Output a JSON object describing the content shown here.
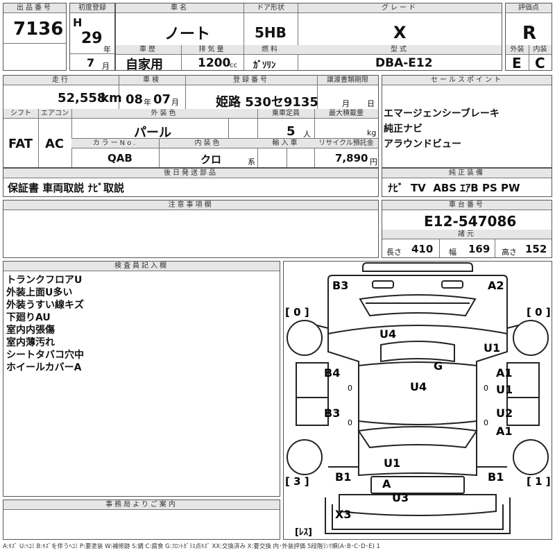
{
  "header_labels": {
    "lot_no": "出品番号",
    "first_reg": "初度登録",
    "car_name": "車名",
    "door": "ドア形状",
    "grade": "グレード",
    "score": "評価点",
    "history": "車歴",
    "displacement": "排気量",
    "fuel": "燃料",
    "model": "型式",
    "exterior": "外装",
    "interior": "内装",
    "mileage": "走行",
    "inspection": "車検",
    "plate": "登録番号",
    "transfer_doc": "譲渡書類期限",
    "sales_points": "セールスポイント",
    "shift": "シフト",
    "aircon": "エアコン",
    "ext_color": "外装色",
    "capacity": "乗車定員",
    "max_load": "最大積載量",
    "color_no": "カラーNo.",
    "int_color": "内装色",
    "import": "輸入車",
    "recycle": "リサイクル預託金",
    "later_parts": "後日発送部品",
    "genuine_equip": "純正装備",
    "notes": "注意事項欄",
    "chassis_no": "車台番号",
    "specs": "諸元",
    "inspector": "検査員記入欄",
    "office": "事務局よりご案内"
  },
  "lot_no": "7136",
  "first_reg": {
    "era": "H",
    "year": "29",
    "year_unit": "年",
    "month": "7",
    "month_unit": "月"
  },
  "car_name": "ノート",
  "door": "5HB",
  "grade": "X",
  "score": "R",
  "score_exterior": "E",
  "score_interior": "C",
  "history": "自家用",
  "displacement": "1200",
  "displacement_unit": "cc",
  "fuel": "ｶﾞｿﾘﾝ",
  "model": "DBA-E12",
  "mileage": "52,558",
  "mileage_unit": "km",
  "inspection": {
    "year": "08",
    "year_unit": "年",
    "month": "07",
    "month_unit": "月"
  },
  "plate": "姫路 530セ9135",
  "transfer_doc": {
    "month_unit": "月",
    "day_unit": "日"
  },
  "sales_points": [
    "エマージェンシーブレーキ",
    "純正ナビ",
    "アラウンドビュー"
  ],
  "shift": "FAT",
  "aircon": "AC",
  "ext_color": "パール",
  "capacity": "5",
  "capacity_unit": "人",
  "max_load_unit": "kg",
  "color_no": "QAB",
  "int_color": "クロ",
  "int_color_suffix": "系",
  "recycle": "7,890",
  "recycle_unit": "円",
  "later_parts": "保証書 車両取説 ﾅﾋﾞ取説",
  "genuine_equip": "ﾅﾋﾞ  TV  ABS ｴｱB PS PW",
  "chassis_no": "E12-547086",
  "specs": {
    "length_label": "長さ",
    "length": "410",
    "width_label": "幅",
    "width": "169",
    "height_label": "高さ",
    "height": "152"
  },
  "inspector_notes": [
    "トランクフロアU",
    "外装上面U多い",
    "外装うすい線キズ",
    "下廻りAU",
    "室内内張傷",
    "室内薄汚れ",
    "シートタバコ穴中",
    "ホイールカバーA"
  ],
  "diagram_marks": {
    "b3_top": "B3",
    "a2_top": "A2",
    "u4_upper": "U4",
    "u1_right": "U1",
    "g": "G",
    "b4": "B4",
    "a1_right": "A1",
    "u4_center": "U4",
    "u1_right2": "U1",
    "b3_left": "B3",
    "u2_right": "U2",
    "a1_right2": "A1",
    "u1_lower": "U1",
    "b1_left": "B1",
    "b1_right": "B1",
    "a_bottom": "A",
    "u3": "U3",
    "x3": "X3",
    "tire_tl": "[ 0 ]",
    "tire_tr": "[ 0 ]",
    "tire_bl": "[ 3 ]",
    "tire_br": "[ 1 ]",
    "spare": "[ﾚｽ]",
    "zero_l": "0",
    "zero_r": "0",
    "zero_l2": "0",
    "zero_r2": "0"
  },
  "legend": "A:ｷｽﾞ U:ﾍｺﾐ B:ｷｽﾞを伴うﾍｺﾐ P:要塗装 W:補修跡 S:錆 C:腐食 G:ﾌﾛﾝﾄｶﾞﾗｽ点ｷｽﾞ XX:交換済み X:要交換 内･外装評価 5段階ﾗﾝｸ順(A･B･C･D･E) 1"
}
